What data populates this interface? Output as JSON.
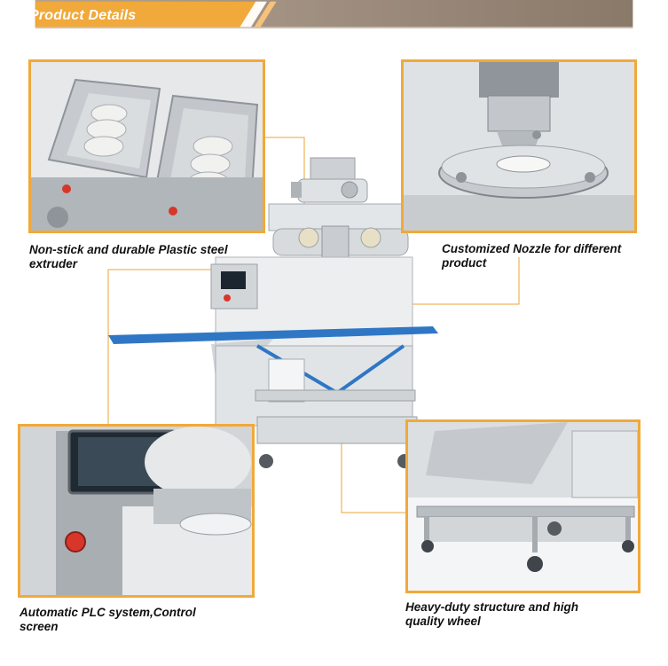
{
  "header": {
    "title": "Product Details"
  },
  "colors": {
    "accent": "#f0a93a",
    "header_brown": "#b48a63",
    "line": "#e9a437",
    "belt": "#2f77c4"
  },
  "features": [
    {
      "caption_line1": "Non-stick and durable Plastic steel",
      "caption_line2": "extruder"
    },
    {
      "caption_line1": "Customized Nozzle for different",
      "caption_line2": "product"
    },
    {
      "caption_line1": "Automatic PLC system,Control",
      "caption_line2": "screen"
    },
    {
      "caption_line1": "Heavy-duty structure and high",
      "caption_line2": "quality wheel"
    }
  ]
}
